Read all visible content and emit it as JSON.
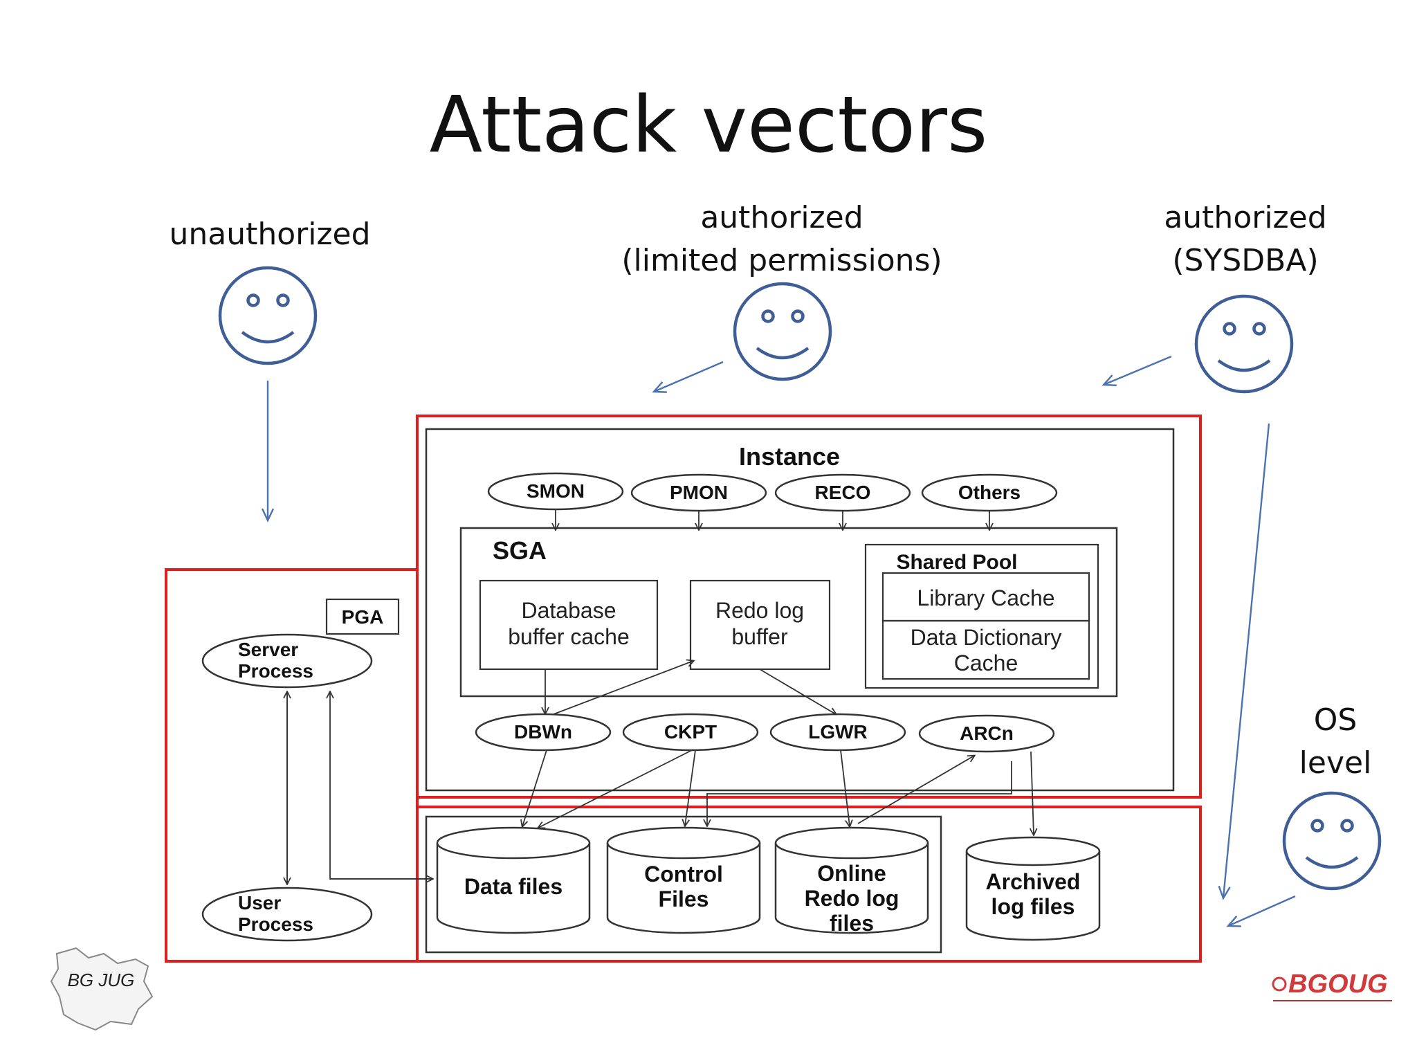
{
  "title": "Attack vectors",
  "colors": {
    "attack_box": "#e01e1e",
    "actor": "#3f5e96",
    "vector_arrow": "#4a72b0",
    "diagram_line": "#333333"
  },
  "actors": {
    "unauthorized": {
      "lines": [
        "unauthorized"
      ],
      "icon": "smiley-icon"
    },
    "limited": {
      "lines": [
        "authorized",
        "(limited permissions)"
      ],
      "icon": "smiley-icon"
    },
    "sysdba": {
      "lines": [
        "authorized",
        "(SYSDBA)"
      ],
      "icon": "smiley-icon"
    },
    "os": {
      "lines": [
        "OS",
        "level"
      ],
      "icon": "smiley-icon"
    }
  },
  "diagram": {
    "instance": "Instance",
    "background_processes": [
      "SMON",
      "PMON",
      "RECO",
      "Others"
    ],
    "sga": "SGA",
    "db_buffer_cache": [
      "Database",
      "buffer cache"
    ],
    "redo_log_buffer": [
      "Redo log",
      "buffer"
    ],
    "shared_pool": "Shared Pool",
    "library_cache": "Library Cache",
    "data_dictionary_cache": [
      "Data Dictionary",
      "Cache"
    ],
    "pga": "PGA",
    "server_process": [
      "Server",
      "Process"
    ],
    "user_process": [
      "User",
      "Process"
    ],
    "writer_processes": [
      "DBWn",
      "CKPT",
      "LGWR",
      "ARCn"
    ],
    "data_files": [
      "Data files"
    ],
    "control_files": [
      "Control",
      "Files"
    ],
    "online_redo_log_files": [
      "Online",
      "Redo log",
      "files"
    ],
    "archived_log_files": [
      "Archived",
      "log files"
    ]
  },
  "logos": {
    "left": "BG JUG",
    "right": "BGOUG"
  }
}
